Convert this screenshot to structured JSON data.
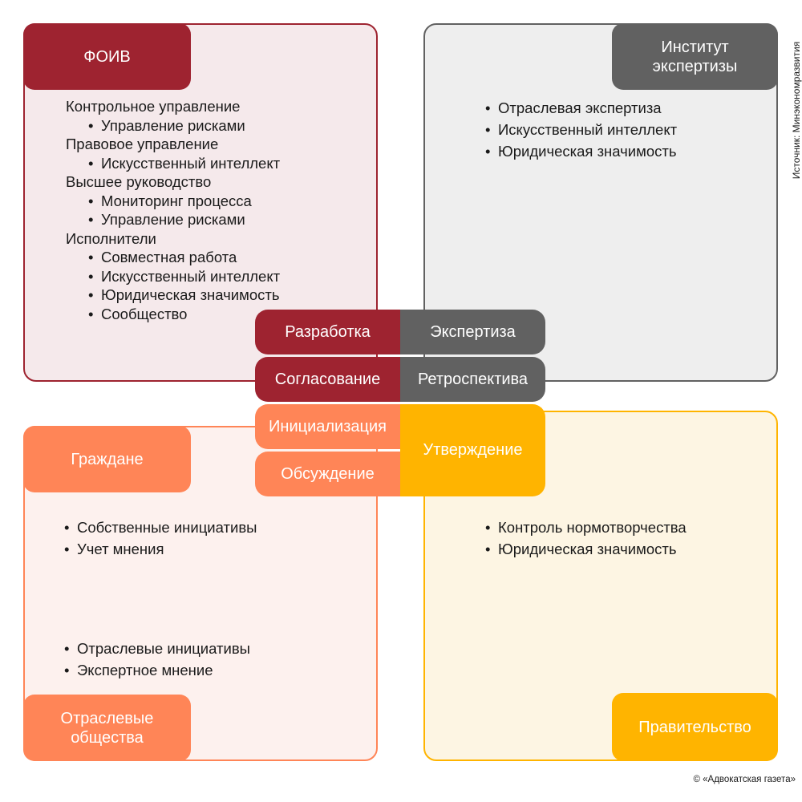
{
  "colors": {
    "foiv": "#9e2330",
    "expert": "#616161",
    "citizens": "#ff8557",
    "gov": "#ffb400"
  },
  "quadrants": {
    "foiv": {
      "title": "ФОИВ",
      "items": [
        {
          "text": "Контрольное управление",
          "level": 0
        },
        {
          "text": "Управление рисками",
          "level": 1
        },
        {
          "text": "Правовое управление",
          "level": 0
        },
        {
          "text": "Искусственный интеллект",
          "level": 1
        },
        {
          "text": "Высшее руководство",
          "level": 0
        },
        {
          "text": "Мониторинг процесса",
          "level": 1
        },
        {
          "text": "Управление рисками",
          "level": 1
        },
        {
          "text": "Исполнители",
          "level": 0
        },
        {
          "text": "Совместная работа",
          "level": 1
        },
        {
          "text": "Искусственный интеллект",
          "level": 1
        },
        {
          "text": "Юридическая значимость",
          "level": 1
        },
        {
          "text": "Сообщество",
          "level": 1
        }
      ]
    },
    "expert": {
      "title": "Институт экспертизы",
      "items": [
        "Отраслевая экспертиза",
        "Искусственный интеллект",
        "Юридическая значимость"
      ]
    },
    "citizens": {
      "title": "Граждане",
      "items": [
        "Собственные инициативы",
        "Учет мнения"
      ]
    },
    "societies": {
      "title": "Отраслевые общества",
      "items": [
        "Отраслевые инициативы",
        "Экспертное мнение"
      ]
    },
    "gov": {
      "title": "Правительство",
      "items": [
        "Контроль нормотворчества",
        "Юридическая значимость"
      ]
    }
  },
  "stages": {
    "development": "Разработка",
    "expertise": "Экспертиза",
    "agreement": "Согласование",
    "retrospective": "Ретроспектива",
    "initialization": "Инициализация",
    "discussion": "Обсуждение",
    "approval": "Утверждение"
  },
  "bullet": "•",
  "source": "Источник: Минэкономразвития",
  "copyright": "© «Адвокатская газета»"
}
